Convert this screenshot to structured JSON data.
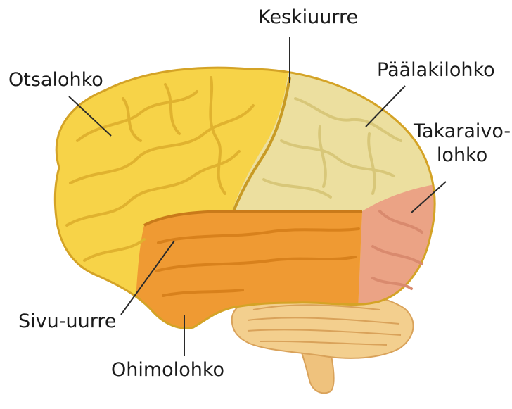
{
  "diagram": {
    "labels": {
      "central_sulcus": "Keskiuurre",
      "frontal_lobe": "Otsalohko",
      "parietal_lobe": "Päälakilohko",
      "occipital_lobe_line1": "Takaraivo-",
      "occipital_lobe_line2": "lohko",
      "lateral_sulcus": "Sivu-uurre",
      "temporal_lobe": "Ohimolohko"
    },
    "colors": {
      "frontal_lobe": "#f7d348",
      "parietal_lobe": "#ecdf9f",
      "occipital_lobe": "#eba385",
      "temporal_lobe": "#ef9a33",
      "cerebellum": "#f3cf8e",
      "brainstem": "#efc27d",
      "leader_line": "#2a2a2a"
    }
  }
}
